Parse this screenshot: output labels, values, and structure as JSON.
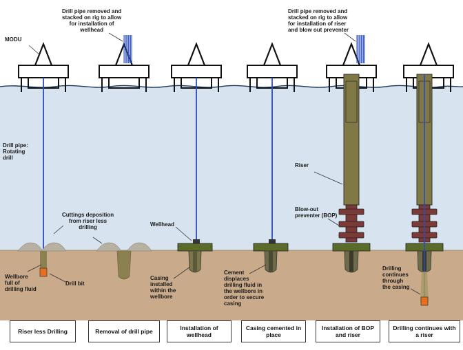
{
  "colors": {
    "sea": "#d7e3ee",
    "seabed": "#c9aa8a",
    "pipe": "#2a4cc0",
    "riser": "#807845",
    "bop": "#7a3a38",
    "wellhead": "#5a6b2a",
    "casing": "#5a5a3a",
    "cuttings": "#b8b0a0",
    "drill_bit": "#e8701c"
  },
  "labels": {
    "modu": "MODU",
    "drill_pipe": "Drill pipe:\nRotating\ndrill",
    "cuttings": "Cuttings deposition\nfrom riser less\ndrilling",
    "wellbore": "Wellbore\nfull of\ndrilling fluid",
    "drill_bit": "Drill bit",
    "removed_1": "Drill pipe removed and\nstacked on rig to allow\nfor installation  of\nwellhead",
    "removed_2": "Drill pipe removed and\nstacked on rig to allow\nfor installation of riser\nand blow out preventer",
    "wellhead": "Wellhead",
    "casing_installed": "Casing\ninstalled\nwithin the\nwellbore",
    "cement": "Cement\ndisplaces\ndrilling fluid in\nthe wellbore in\norder to secure\ncasing",
    "riser": "Riser",
    "bop": "Blow-out\npreventer (BOP)",
    "drilling_continues": "Drilling\ncontinues\nthrough\nthe casing"
  },
  "steps": [
    "Riser less Drilling",
    "Removal of drill pipe",
    "Installation of\nwellhead",
    "Casing cemented in\nplace",
    "Installation of BOP\nand riser",
    "Drilling continues with\na riser"
  ]
}
